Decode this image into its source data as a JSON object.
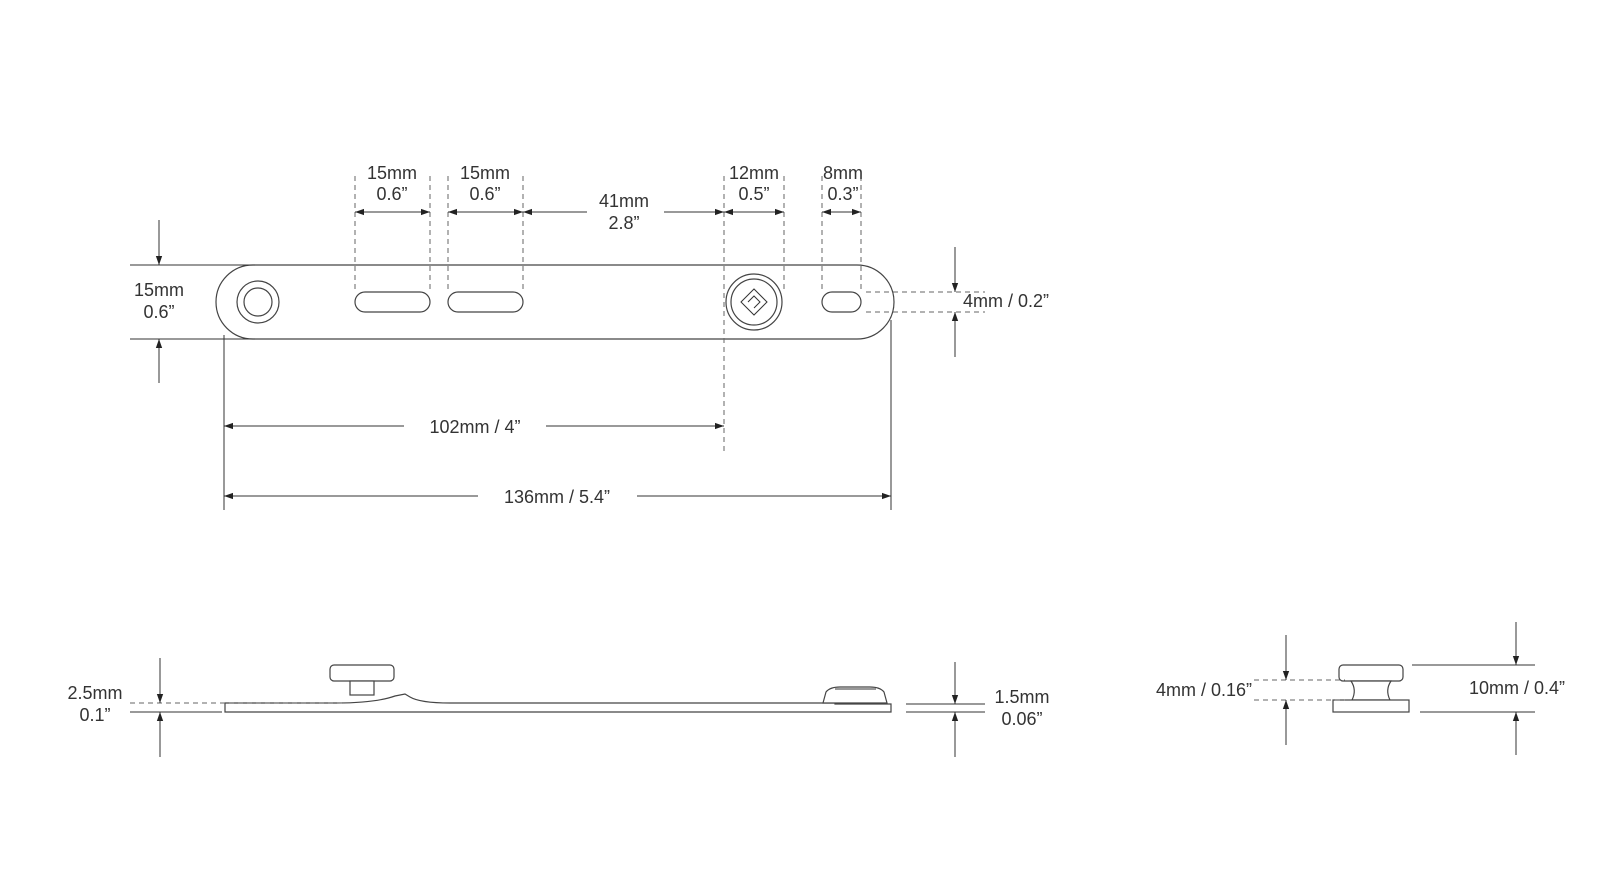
{
  "top_view": {
    "slot1_width": {
      "mm": "15mm",
      "in": "0.6”"
    },
    "slot2_width": {
      "mm": "15mm",
      "in": "0.6”"
    },
    "gap_width": {
      "mm": "41mm",
      "in": "2.8”"
    },
    "button_width": {
      "mm": "12mm",
      "in": "0.5”"
    },
    "end_slot_width": {
      "mm": "8mm",
      "in": "0.3”"
    },
    "strap_height": {
      "mm": "15mm",
      "in": "0.6”"
    },
    "end_slot_height": "4mm / 0.2”",
    "hole_to_button": "102mm / 4”",
    "overall_length": "136mm / 5.4”"
  },
  "side_view": {
    "stud_offset": {
      "mm": "2.5mm",
      "in": "0.1”"
    },
    "strap_thickness": {
      "mm": "1.5mm",
      "in": "0.06”"
    }
  },
  "end_view": {
    "stud_neck": "4mm / 0.16”",
    "stud_height": "10mm / 0.4”"
  },
  "colors": {
    "line": "#333333",
    "background": "#ffffff"
  }
}
